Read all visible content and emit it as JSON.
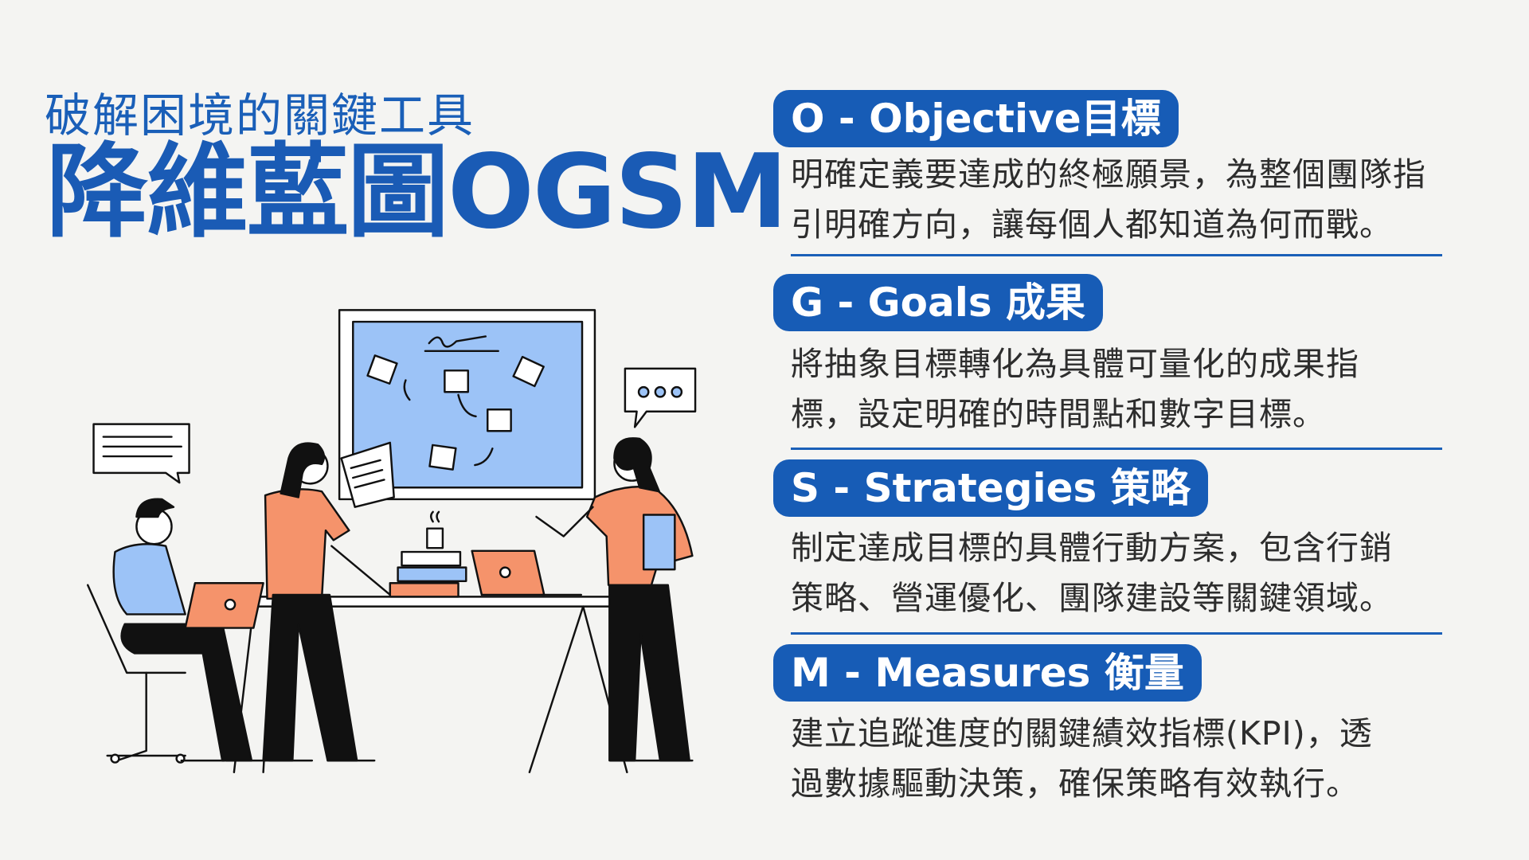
{
  "header": {
    "subtitle": "破解困境的關鍵工具",
    "title": "降維藍圖OGSM"
  },
  "sections": [
    {
      "label": "O - Objective目標",
      "lines": [
        "明確定義要達成的終極願景，為整個團隊指",
        "引明確方向，讓每個人都知道為何而戰。"
      ]
    },
    {
      "label": "G - Goals 成果",
      "lines": [
        "將抽象目標轉化為具體可量化的成果指",
        "標，設定明確的時間點和數字目標。"
      ]
    },
    {
      "label": "S - Strategies 策略",
      "lines": [
        "制定達成目標的具體行動方案，包含行銷",
        "策略、營運優化、團隊建設等關鍵領域。"
      ]
    },
    {
      "label": "M - Measures 衡量",
      "lines": [
        "建立追蹤進度的關鍵績效指標(KPI)，透",
        "過數據驅動決策，確保策略有效執行。"
      ]
    }
  ],
  "colors": {
    "accent": "#175cb6",
    "background": "#f4f4f2",
    "board": "#9cc3f7",
    "shirt_orange": "#f5936b"
  }
}
